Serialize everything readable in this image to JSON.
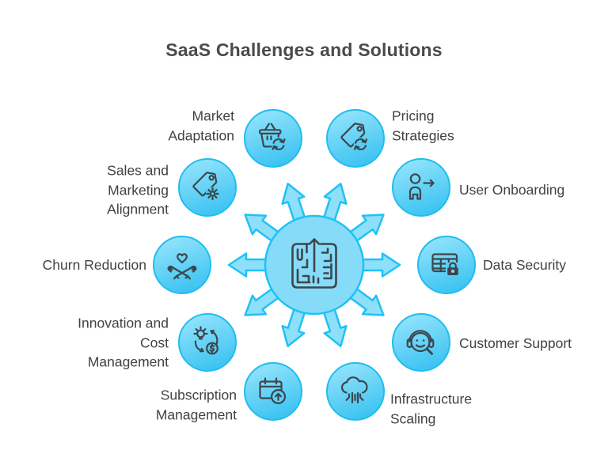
{
  "title": "SaaS Challenges and Solutions",
  "colors": {
    "node_border": "#1fbdf1",
    "node_fill_top": "#96e5fb",
    "node_fill_bottom": "#3cc3f2",
    "hub_fill": "#86dcf8",
    "arrow_fill": "#8edff9",
    "arrow_stroke": "#1ec2f4",
    "icon_stroke": "#3d464d",
    "label_text": "#424242",
    "title_text": "#4a4a4a"
  },
  "hub": {
    "icon": "maze-arrow-icon"
  },
  "nodes": [
    {
      "id": "market-adaptation",
      "label": "Market\nAdaptation",
      "icon": "basket-refresh-icon",
      "side": "left"
    },
    {
      "id": "pricing-strategies",
      "label": "Pricing\nStrategies",
      "icon": "tag-refresh-icon",
      "side": "right"
    },
    {
      "id": "user-onboarding",
      "label": "User Onboarding",
      "icon": "person-arrow-icon",
      "side": "right"
    },
    {
      "id": "data-security",
      "label": "Data Security",
      "icon": "table-lock-icon",
      "side": "right"
    },
    {
      "id": "customer-support",
      "label": "Customer Support",
      "icon": "headset-face-icon",
      "side": "right"
    },
    {
      "id": "infrastructure-scaling",
      "label": "Infrastructure\nScaling",
      "icon": "cloud-circuit-icon",
      "side": "right"
    },
    {
      "id": "subscription-management",
      "label": "Subscription\nManagement",
      "icon": "calendar-up-arrow-icon",
      "side": "left"
    },
    {
      "id": "innovation-cost-management",
      "label": "Innovation and\nCost\nManagement",
      "icon": "bulb-dollar-cycle-icon",
      "side": "left"
    },
    {
      "id": "churn-reduction",
      "label": "Churn Reduction",
      "icon": "heart-hands-icon",
      "side": "left"
    },
    {
      "id": "sales-marketing-alignment",
      "label": "Sales and\nMarketing\nAlignment",
      "icon": "tag-gear-icon",
      "side": "left"
    }
  ]
}
